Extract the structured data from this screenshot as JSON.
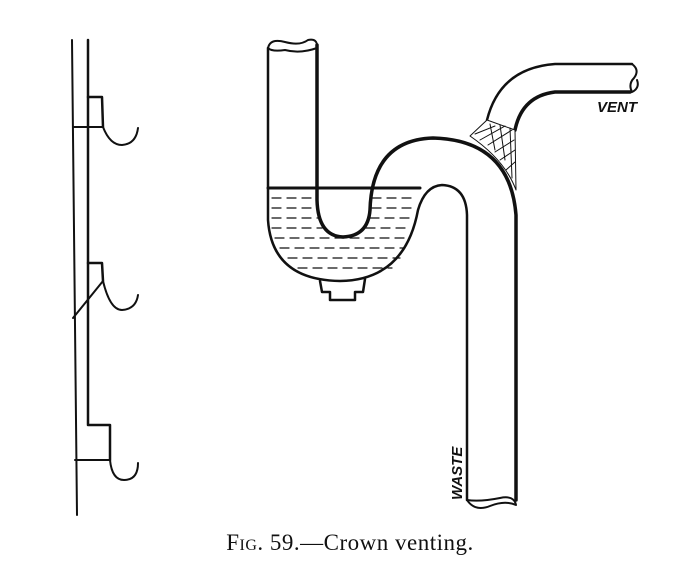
{
  "figure": {
    "caption_prefix": "Fig.",
    "caption_number": "59.",
    "caption_text": "—Crown venting.",
    "labels": {
      "vent": "VENT",
      "waste": "WASTE"
    }
  },
  "colors": {
    "ink": "#111111",
    "background": "#ffffff"
  }
}
